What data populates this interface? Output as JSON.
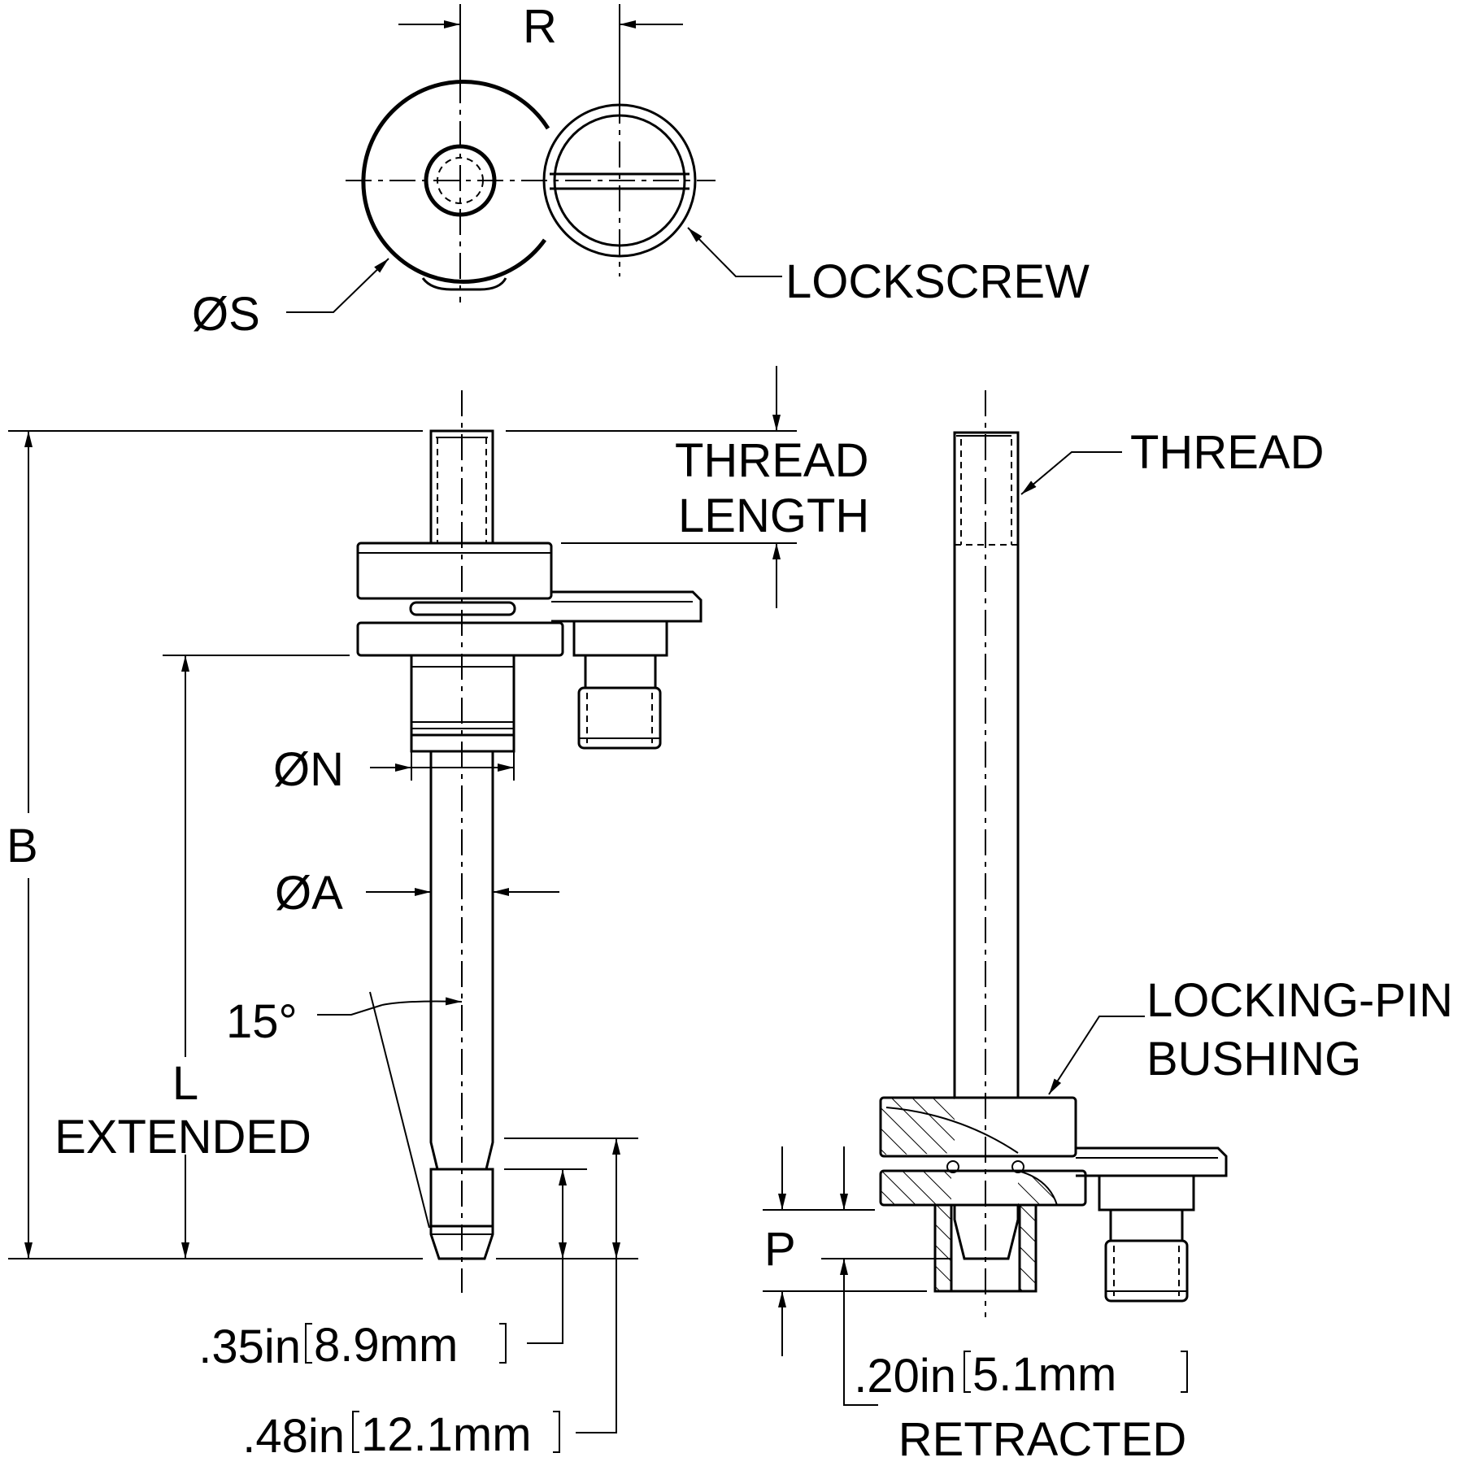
{
  "labels": {
    "r": "R",
    "s": "ØS",
    "lockscrew": "LOCKSCREW",
    "thread_length_1": "THREAD",
    "thread_length_2": "LENGTH",
    "thread": "THREAD",
    "n": "ØN",
    "a": "ØA",
    "b": "B",
    "angle": "15°",
    "l_1": "L",
    "l_2": "EXTENDED",
    "locking_pin_1": "LOCKING-PIN",
    "locking_pin_2": "BUSHING",
    "p": "P",
    "dim_035": ".35in",
    "dim_035_mm": "8.9mm",
    "dim_048": ".48in",
    "dim_048_mm": "12.1mm",
    "dim_020": ".20in",
    "dim_020_mm": "5.1mm",
    "retracted": "RETRACTED"
  }
}
